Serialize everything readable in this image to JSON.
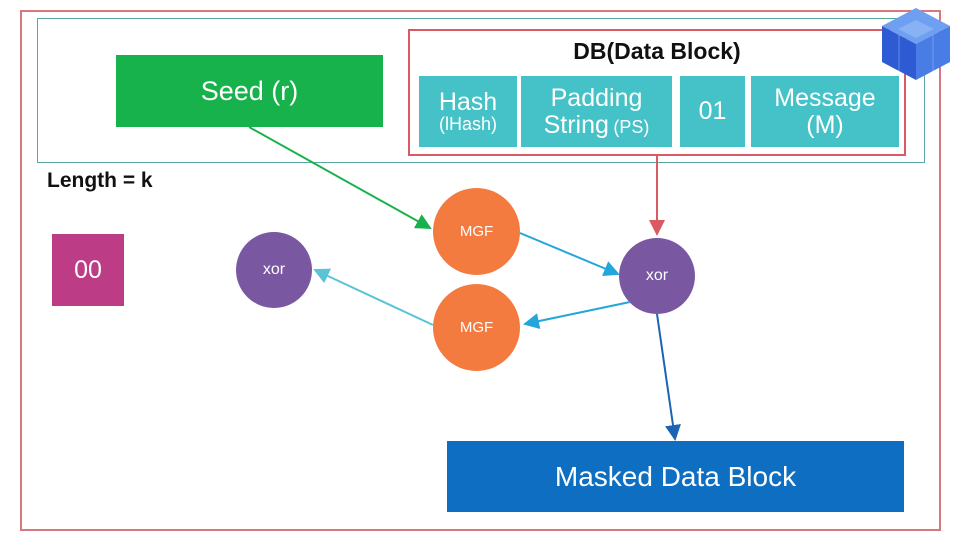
{
  "diagram": {
    "db_title": "DB(Data Block)",
    "db_cells": [
      {
        "main": "Hash",
        "sub": "(lHash)"
      },
      {
        "main": "Padding",
        "line2": "String",
        "sub": "(PS)"
      },
      {
        "main": "01"
      },
      {
        "main": "Message",
        "line2": "(M)"
      }
    ],
    "seed_label": "Seed (r)",
    "length_label": "Length = k",
    "zero_byte": "00",
    "mgf_top": "MGF",
    "mgf_bottom": "MGF",
    "xor_right": "xor",
    "xor_left": "xor",
    "masked_label": "Masked Data Block"
  },
  "colors": {
    "seed": "#17b24c",
    "db_cell": "#45c2c7",
    "mgf": "#f47b40",
    "xor": "#7a58a1",
    "masked": "#0e6ec2",
    "zero": "#bd3c86",
    "outer_frame": "#d9777f",
    "inner_frame": "#5aa6a4"
  },
  "icons": [
    "cube-logo-icon"
  ]
}
